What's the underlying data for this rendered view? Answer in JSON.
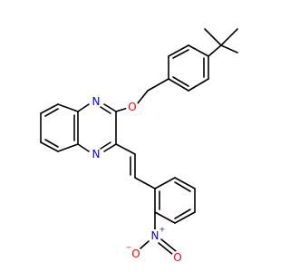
{
  "molecule": {
    "colors": {
      "bond": "#000000",
      "nitrogen": "#0000ff",
      "oxygen": "#ff0000",
      "background": "#ffffff"
    },
    "atoms": {
      "n_top": {
        "symbol": "N",
        "element": "nitrogen"
      },
      "n_bottom": {
        "symbol": "N",
        "element": "nitrogen"
      },
      "o_ether": {
        "symbol": "O",
        "element": "oxygen"
      },
      "n_nitro": {
        "symbol": "N",
        "charge": "+",
        "element": "nitrogen"
      },
      "o_nitro_minus": {
        "symbol": "O",
        "charge": "−",
        "element": "oxygen"
      },
      "o_nitro_double": {
        "symbol": "O",
        "element": "oxygen"
      }
    }
  }
}
